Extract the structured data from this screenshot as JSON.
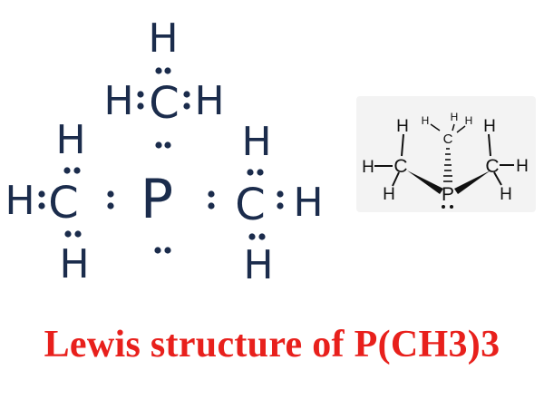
{
  "lewis_diagram": {
    "center_atom": "P",
    "methyl_carbon": "C",
    "hydrogen": "H",
    "bond_pair_symbol": ":"
  },
  "inset_structure": {
    "center_atom": "P",
    "carbon": "C",
    "hydrogen": "H"
  },
  "caption": "Lewis structure of P(CH3)3",
  "colors": {
    "ink": "#1b2c4c",
    "caption": "#e8201c",
    "inset_background": "#f3f3f3"
  }
}
